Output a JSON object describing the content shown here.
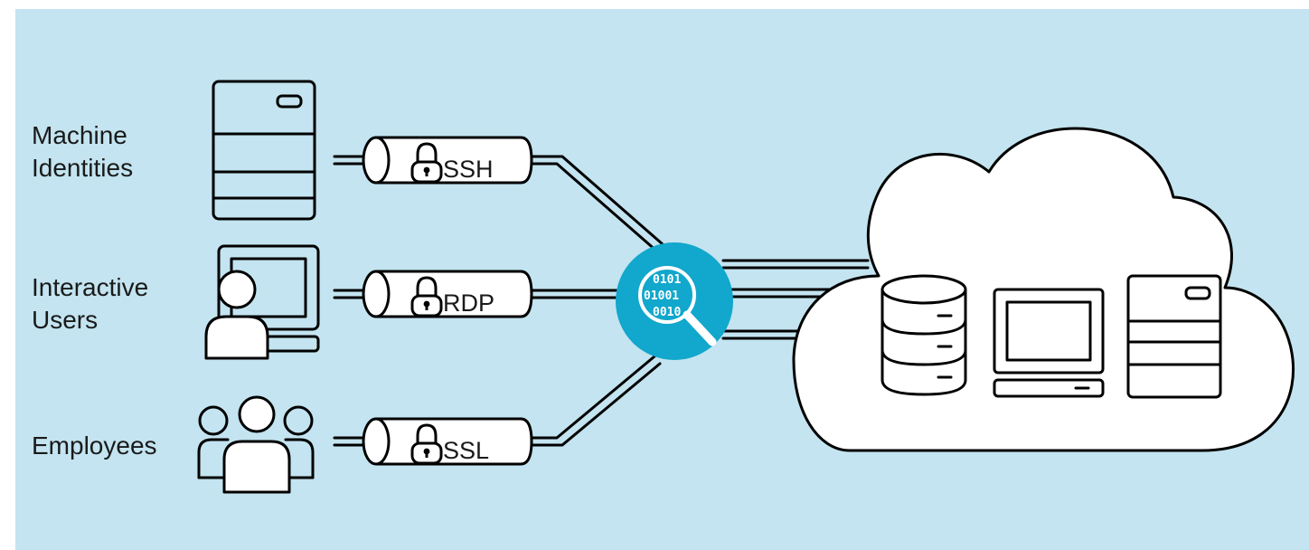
{
  "sources": [
    {
      "label_lines": [
        "Machine",
        "Identities"
      ],
      "icon": "server-icon"
    },
    {
      "label_lines": [
        "Interactive",
        "Users"
      ],
      "icon": "user-workstation-icon"
    },
    {
      "label_lines": [
        "Employees"
      ],
      "icon": "group-icon"
    }
  ],
  "tunnels": [
    {
      "protocol": "SSH",
      "icon": "lock-icon"
    },
    {
      "protocol": "RDP",
      "icon": "lock-icon"
    },
    {
      "protocol": "SSL",
      "icon": "lock-icon"
    }
  ],
  "inspector": {
    "icon": "magnifier-binary-icon",
    "bits": [
      "0101",
      "01001",
      "0010"
    ],
    "color": "#12a7cc"
  },
  "cloud": {
    "icons": [
      "database-icon",
      "desktop-computer-icon",
      "server-icon"
    ]
  },
  "colors": {
    "background": "#c3e4f0",
    "inspector": "#12a7cc"
  }
}
